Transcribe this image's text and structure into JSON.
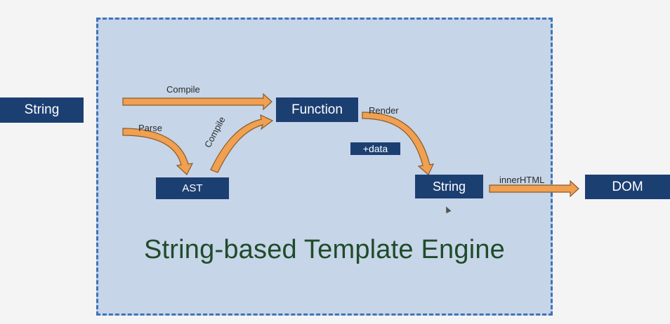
{
  "diagram": {
    "title": "String-based Template Engine",
    "nodes": {
      "string_input": "String",
      "function": "Function",
      "ast": "AST",
      "string_output": "String",
      "dom": "DOM",
      "data_badge": "+data"
    },
    "edges": {
      "compile_top": "Compile",
      "parse": "Parse",
      "compile_curve": "Compile",
      "render": "Render",
      "innerhtml": "innerHTML"
    },
    "colors": {
      "frame_fill": "#c6d5e8",
      "frame_border": "#3f74b8",
      "node_fill": "#1c3f72",
      "arrow_fill": "#f0a050",
      "arrow_stroke": "#8a5a2a",
      "title_color": "#1f4b2a"
    }
  }
}
